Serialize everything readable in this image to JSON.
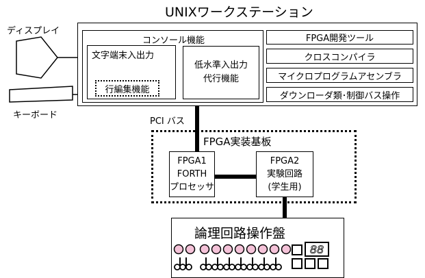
{
  "workstation": {
    "title": "UNIXワークステーション",
    "console": {
      "label": "コンソール機能",
      "terminal_io": "文字端末入出力",
      "line_edit": "行編集機能",
      "low_level_io_line1": "低水準入出力",
      "low_level_io_line2": "代行機能"
    },
    "tools": [
      "FPGA開発ツール",
      "クロスコンパイラ",
      "マイクロプログラムアセンブラ",
      "ダウンローダ類･制御バス操作"
    ]
  },
  "display_label": "ディスプレイ",
  "keyboard_label": "キーボード",
  "bus_label": "PCI バス",
  "board": {
    "title": "FPGA実装基板",
    "fpga1": [
      "FPGA1",
      "FORTH",
      "プロセッサ"
    ],
    "fpga2": [
      "FPGA2",
      "実験回路",
      "(学生用)"
    ]
  },
  "panel": {
    "title": "論理回路操作盤",
    "seg_display": "88"
  },
  "colors": {
    "led_fill": "#f4c2d8",
    "stroke": "#000000"
  }
}
